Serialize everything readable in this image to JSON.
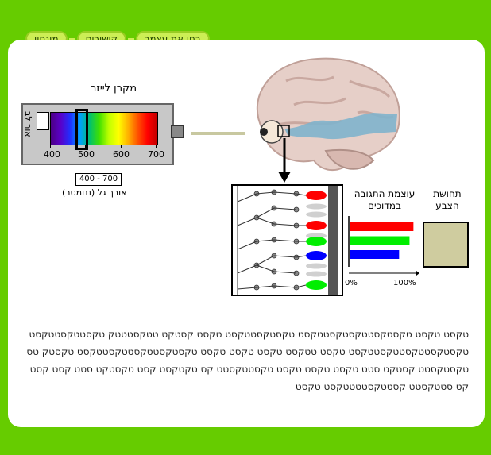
{
  "nav": {
    "tabs": [
      "מונחון",
      "קישורים",
      "בחן את עצמך"
    ]
  },
  "laser": {
    "title": "מקרן לייזר",
    "white_light_label": "אור לבן",
    "ticks": [
      "400",
      "500",
      "600",
      "700"
    ],
    "range_text": "400 - 700",
    "range_label": "אורך גל (ננומטר)",
    "selected_wavelength_nm": 480
  },
  "response": {
    "title": "עוצמת התגובה במדוכים",
    "axis_min_label": "0%",
    "axis_max_label": "100%"
  },
  "sensation": {
    "title": "תחושת הצבע",
    "swatch_color": "#cfcc9f"
  },
  "chart_data": {
    "type": "bar",
    "categories": [
      "red",
      "green",
      "blue"
    ],
    "values": [
      98,
      92,
      76
    ],
    "colors": [
      "#ff0000",
      "#00ee00",
      "#0000ff"
    ],
    "xlim": [
      0,
      100
    ],
    "orientation": "horizontal"
  },
  "body_text": "טקסט טקסט טקסטקסטטקסטקסטטקסט טקסטקסטטקסט טקסט קסטקט טטקסטטטק טקסטטקסטטקסט טקסטקסטטקסטטקסטטקסט טקסט טטקסט טקסט טקסט טקסט טקסטקסטטקסטטקסטטקסט טקסטק טס טקסטקסטט קסטקט סטט טקסט טקסט טקסט טקסטטקסטט קס טקטקסט קסט טקסטקט סטט קסט קסטקט סטטקסטט קסטטקסטטטטקסט טקסט"
}
